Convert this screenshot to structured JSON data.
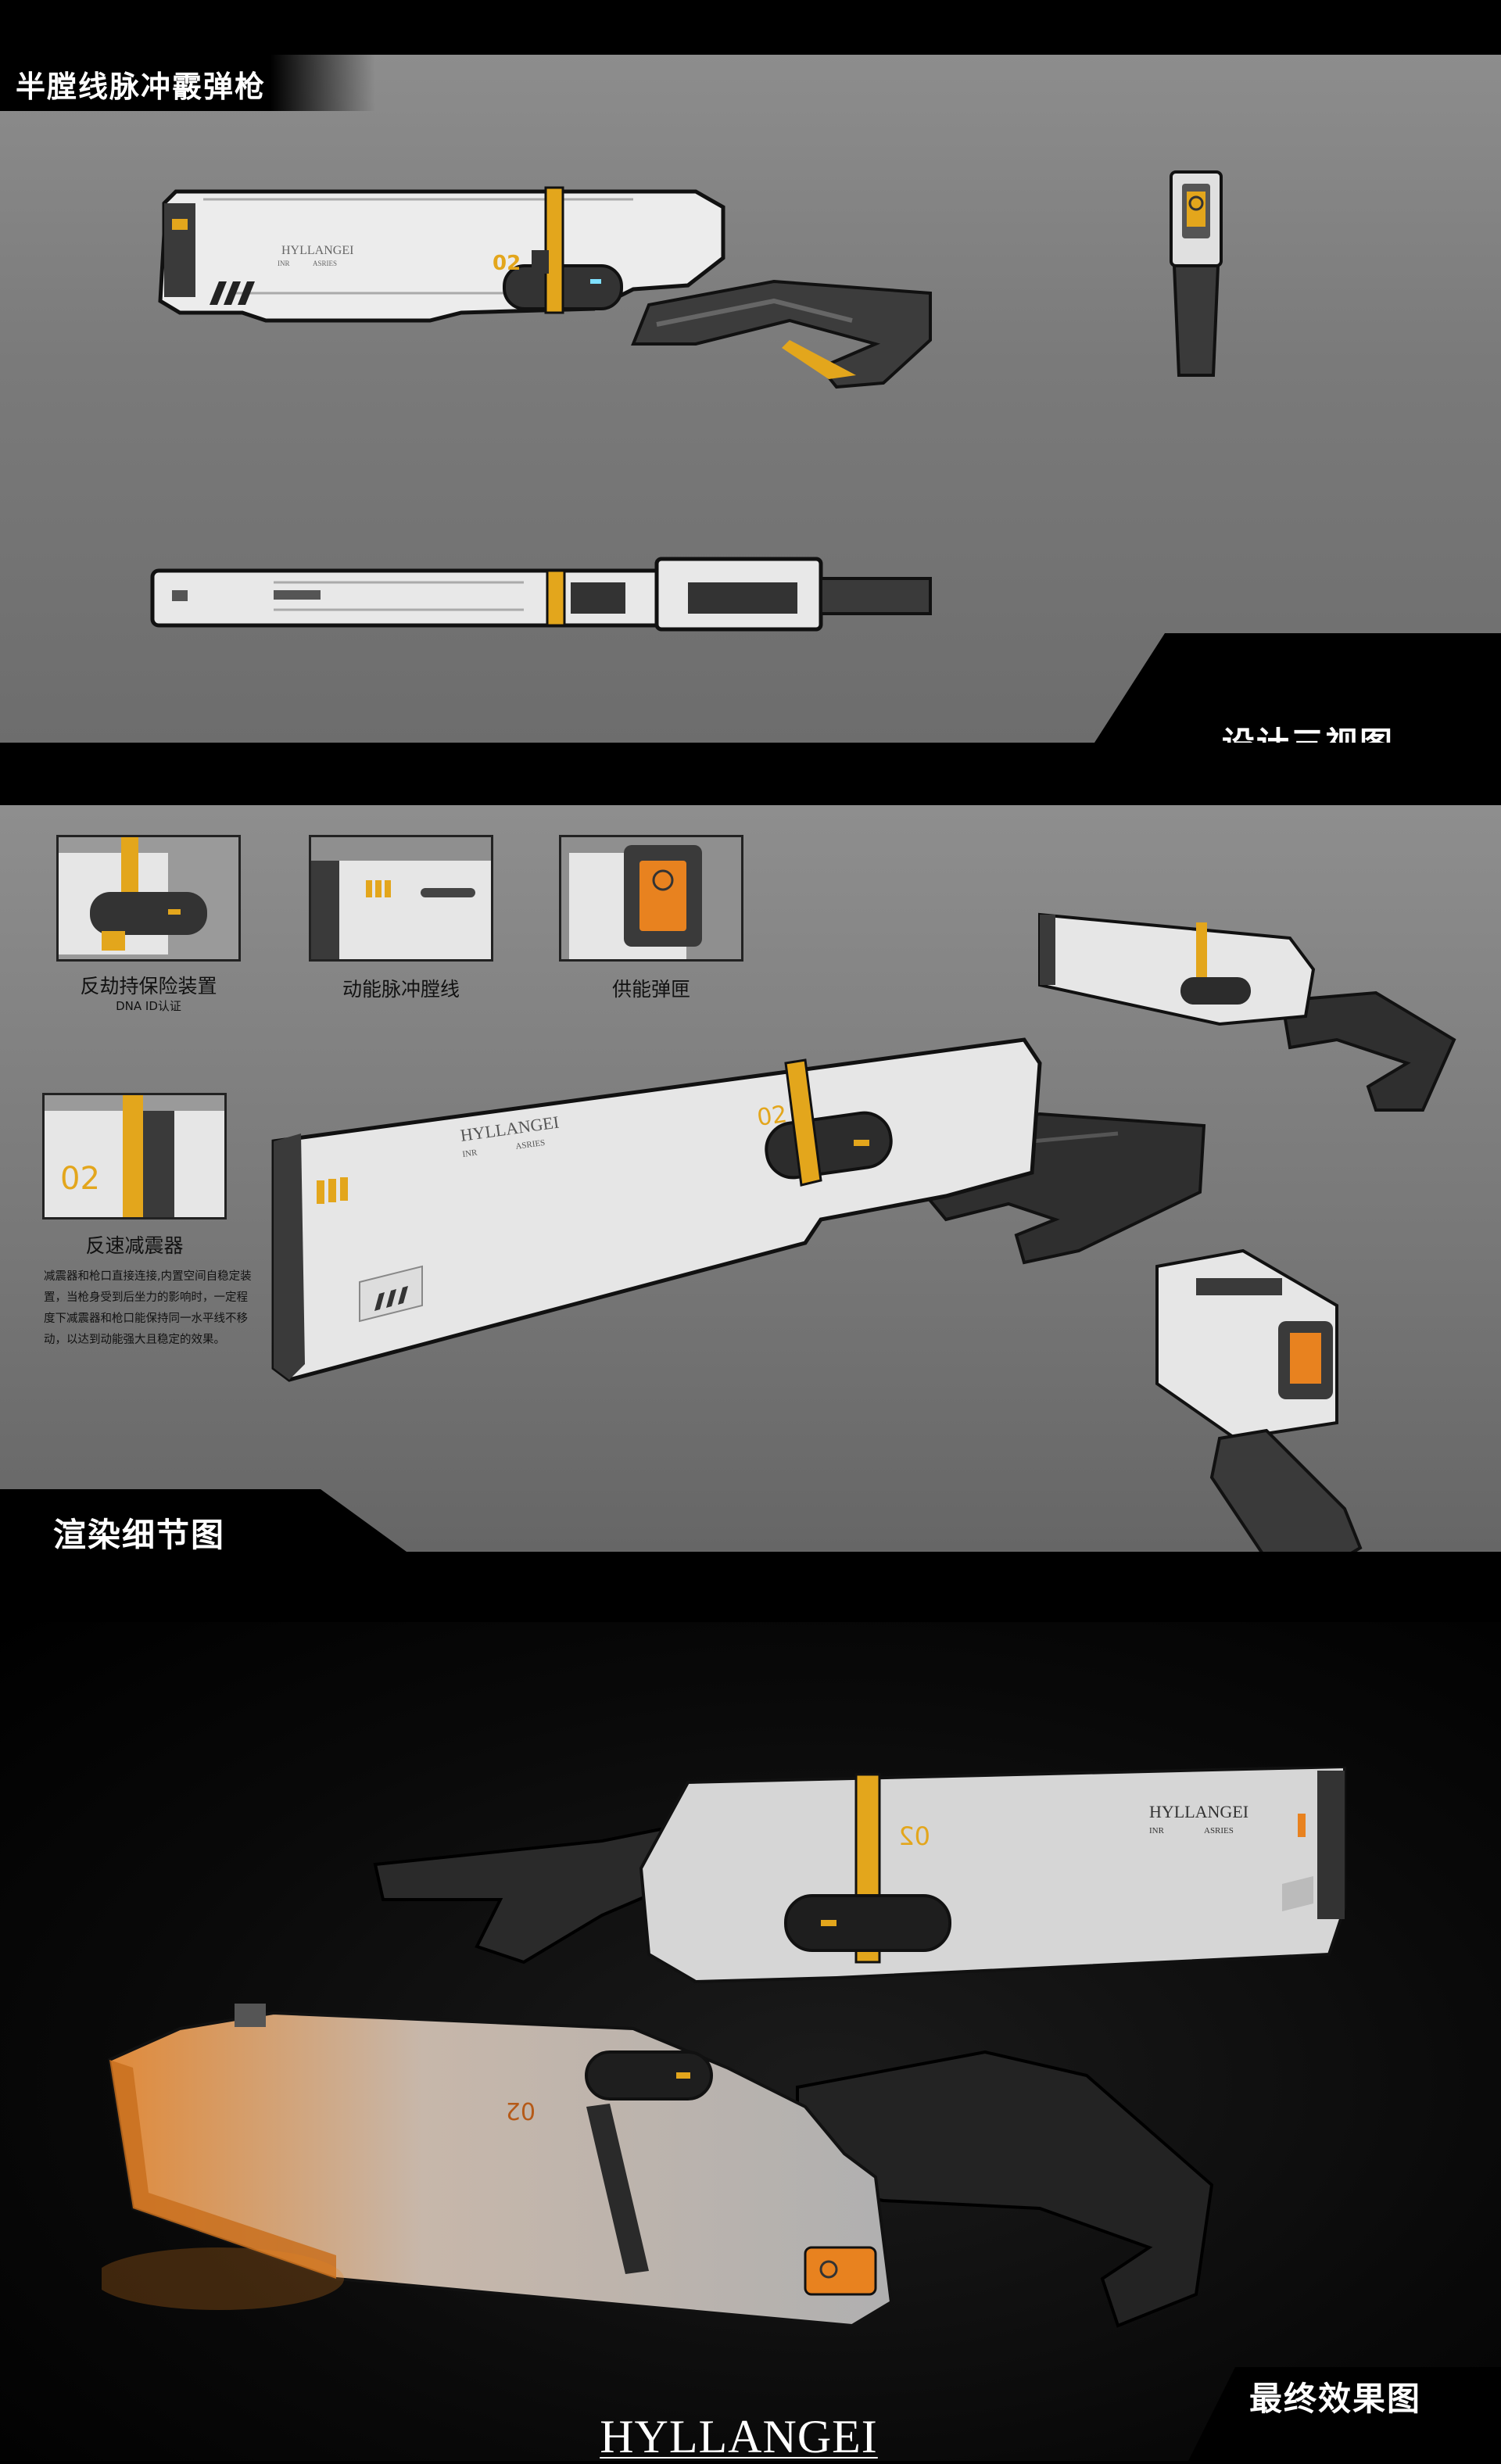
{
  "section1": {
    "title": "半膛线脉冲霰弹枪",
    "label": "设计三视图",
    "gun_marking": "HYLLANGEI",
    "gun_sub_left": "INR",
    "gun_sub_right": "ASRIES",
    "gun_number": "02"
  },
  "section2": {
    "label": "渲染细节图",
    "details": [
      {
        "caption": "反劫持保险装置",
        "subcaption": "DNA ID认证"
      },
      {
        "caption": "动能脉冲膛线"
      },
      {
        "caption": "供能弹匣"
      },
      {
        "caption": "反速减震器"
      }
    ],
    "description": "减震器和枪口直接连接,内置空间自稳定装置，当枪身受到后坐力的影响时，一定程度下减震器和枪口能保持同一水平线不移动，以达到动能强大且稳定的效果。",
    "detail_number": "02",
    "gun_marking": "HYLLANGEI",
    "gun_sub_left": "INR",
    "gun_sub_right": "ASRIES",
    "gun_number": "02"
  },
  "section3": {
    "label": "最终效果图",
    "gun_marking": "HYLLANGEI",
    "gun_sub_left": "INR",
    "gun_sub_right": "ASRIES",
    "gun_number": "02",
    "gun_number_mirrored": "02"
  },
  "footer": {
    "brand": "HYLLANGEI"
  },
  "colors": {
    "accent": "#e3a61c",
    "body_white": "#ececec",
    "dark_part": "#3a3a3a",
    "orange_glow": "#e8821f"
  }
}
